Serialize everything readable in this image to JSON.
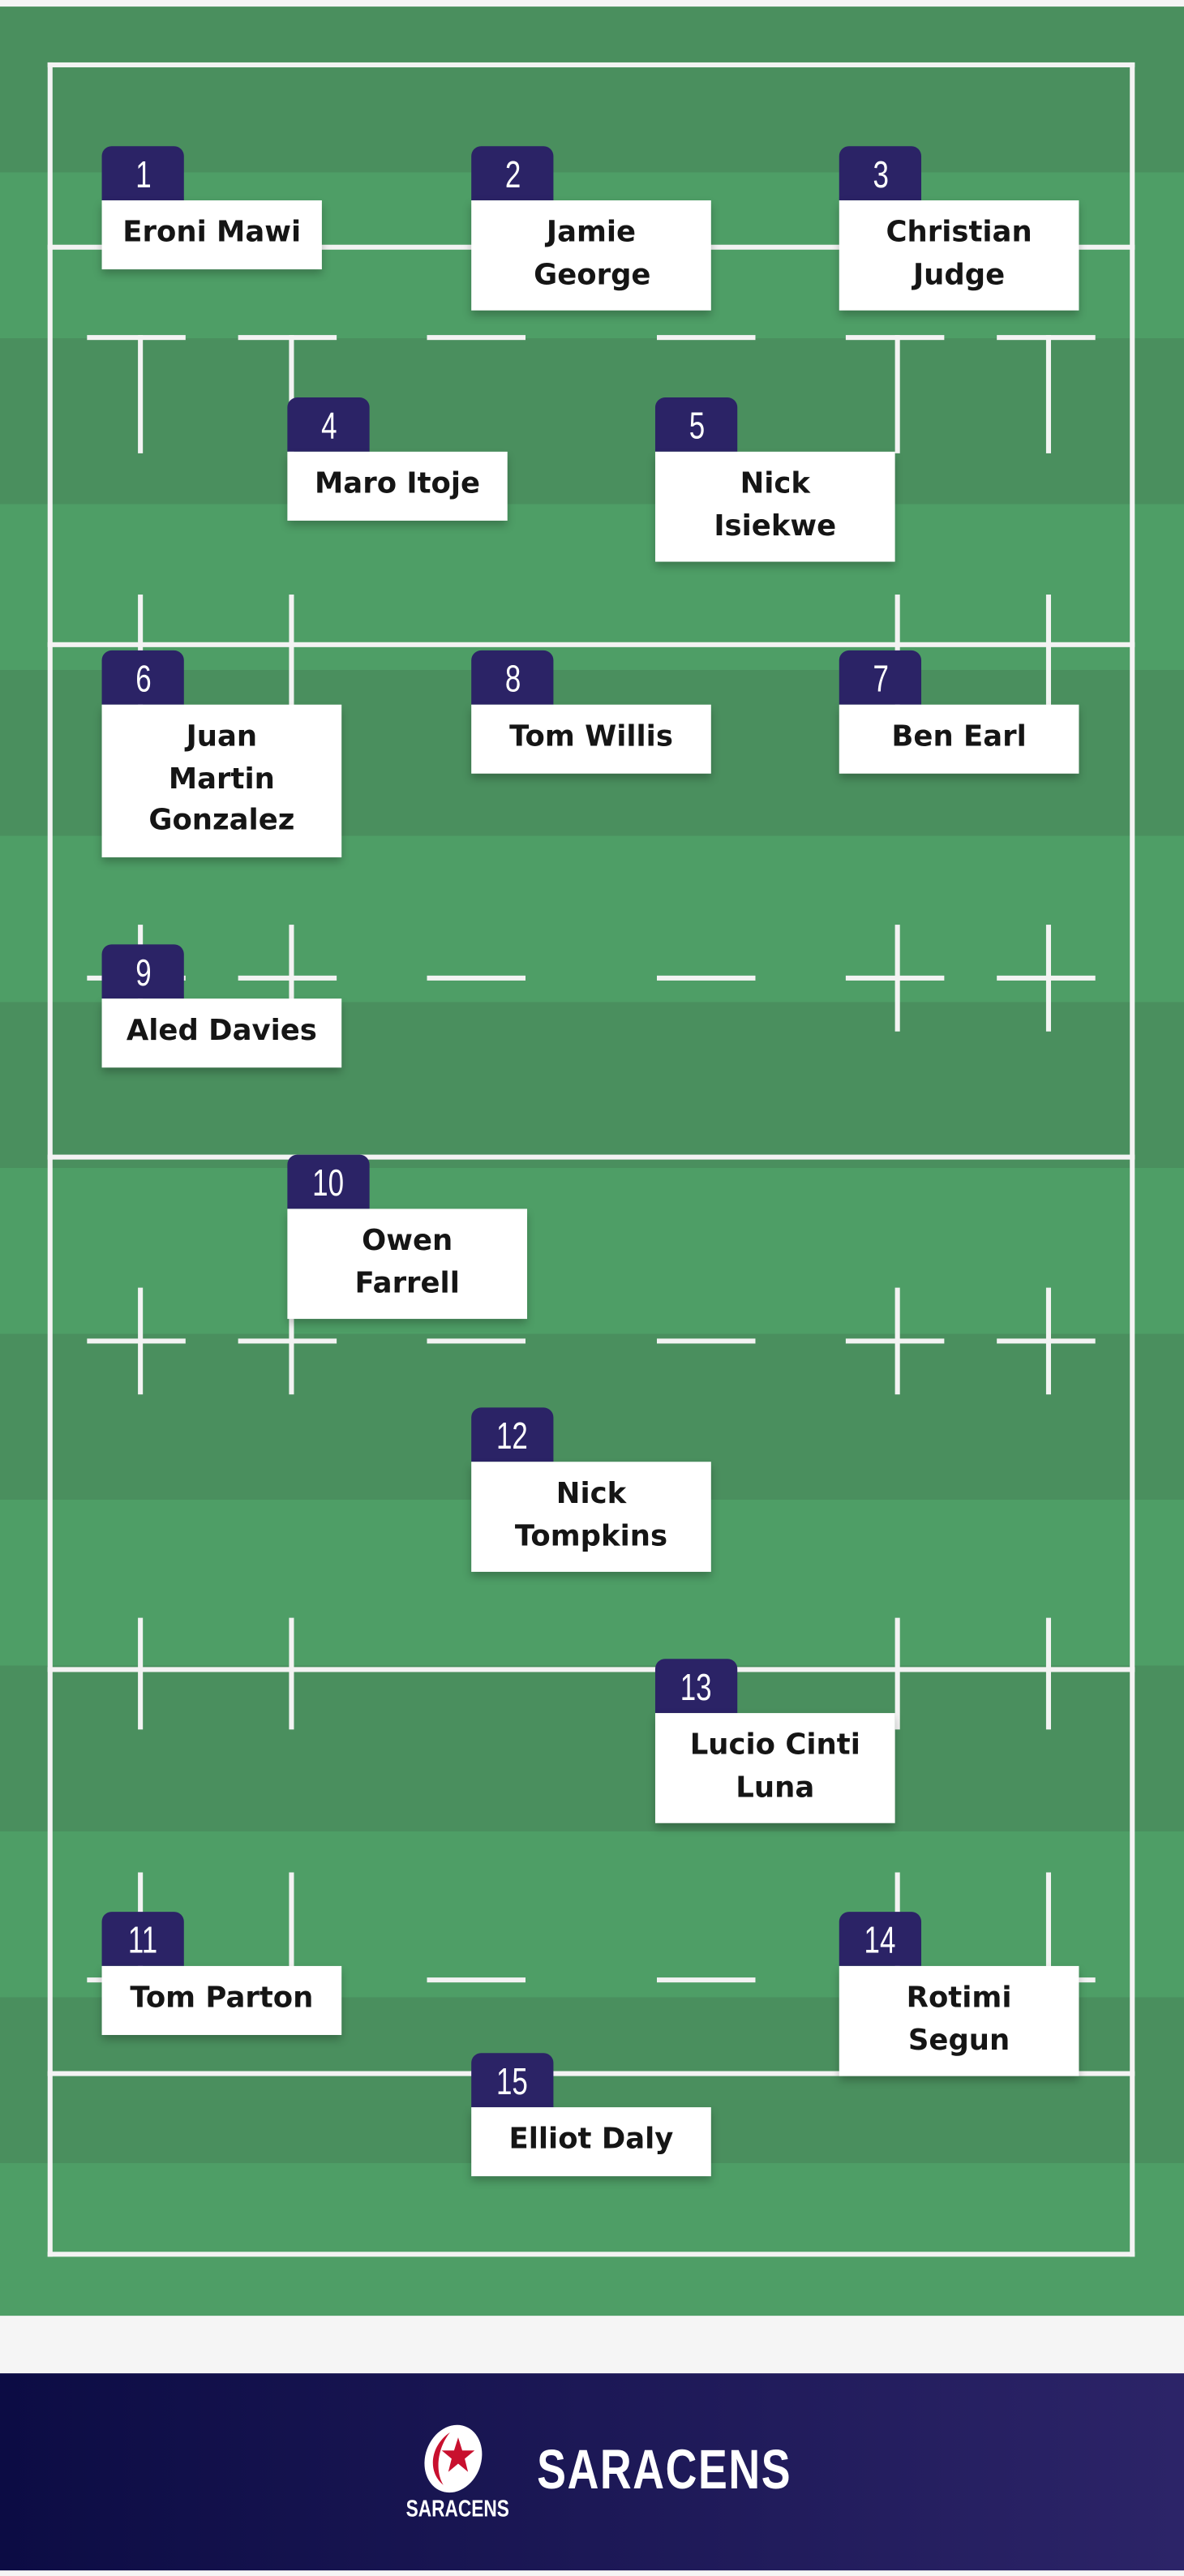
{
  "players": [
    {
      "number": "1",
      "name": "Eroni Mawi"
    },
    {
      "number": "2",
      "name": "Jamie George"
    },
    {
      "number": "3",
      "name": "Christian Judge"
    },
    {
      "number": "4",
      "name": "Maro Itoje"
    },
    {
      "number": "5",
      "name": "Nick Isiekwe"
    },
    {
      "number": "6",
      "name": "Juan Martin Gonzalez"
    },
    {
      "number": "8",
      "name": "Tom Willis"
    },
    {
      "number": "7",
      "name": "Ben Earl"
    },
    {
      "number": "9",
      "name": "Aled Davies"
    },
    {
      "number": "10",
      "name": "Owen Farrell"
    },
    {
      "number": "12",
      "name": "Nick Tompkins"
    },
    {
      "number": "13",
      "name": "Lucio Cinti Luna"
    },
    {
      "number": "11",
      "name": "Tom Parton"
    },
    {
      "number": "14",
      "name": "Rotimi Segun"
    },
    {
      "number": "15",
      "name": "Elliot Daly"
    }
  ],
  "footer": {
    "brand": "SARACENS",
    "logo_text": "SARACENS"
  },
  "colors": {
    "tab": "#2b2366",
    "field": "#4e9e66",
    "footer": "#0c0c44"
  }
}
